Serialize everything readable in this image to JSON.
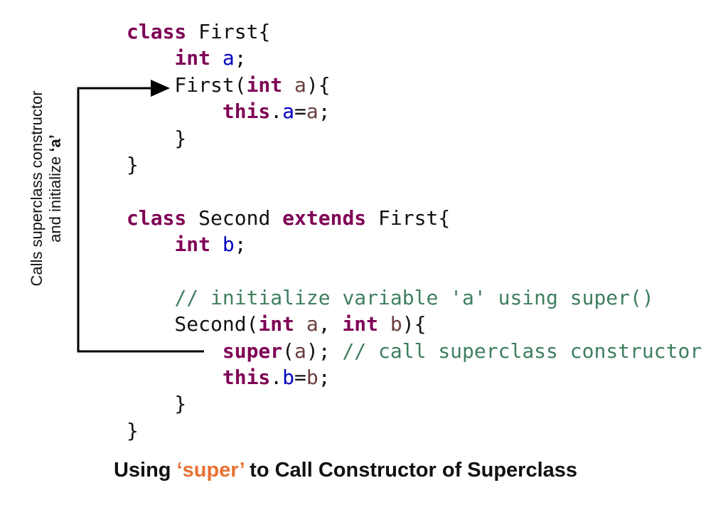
{
  "code_lines": [
    [
      {
        "t": "class",
        "c": "kw"
      },
      {
        "t": " First{",
        "c": "pl"
      }
    ],
    [
      {
        "t": "    ",
        "c": "pl"
      },
      {
        "t": "int",
        "c": "kw"
      },
      {
        "t": " ",
        "c": "pl"
      },
      {
        "t": "a",
        "c": "fld"
      },
      {
        "t": ";",
        "c": "pl"
      }
    ],
    [
      {
        "t": "    First(",
        "c": "pl"
      },
      {
        "t": "int",
        "c": "kw"
      },
      {
        "t": " ",
        "c": "pl"
      },
      {
        "t": "a",
        "c": "par"
      },
      {
        "t": "){",
        "c": "pl"
      }
    ],
    [
      {
        "t": "        ",
        "c": "pl"
      },
      {
        "t": "this",
        "c": "kw"
      },
      {
        "t": ".",
        "c": "pl"
      },
      {
        "t": "a",
        "c": "fld"
      },
      {
        "t": "=",
        "c": "pl"
      },
      {
        "t": "a",
        "c": "par"
      },
      {
        "t": ";",
        "c": "pl"
      }
    ],
    [
      {
        "t": "    }",
        "c": "pl"
      }
    ],
    [
      {
        "t": "}",
        "c": "pl"
      }
    ],
    [],
    [
      {
        "t": "class",
        "c": "kw"
      },
      {
        "t": " Second ",
        "c": "pl"
      },
      {
        "t": "extends",
        "c": "kw"
      },
      {
        "t": " First{",
        "c": "pl"
      }
    ],
    [
      {
        "t": "    ",
        "c": "pl"
      },
      {
        "t": "int",
        "c": "kw"
      },
      {
        "t": " ",
        "c": "pl"
      },
      {
        "t": "b",
        "c": "fld"
      },
      {
        "t": ";",
        "c": "pl"
      }
    ],
    [],
    [
      {
        "t": "    ",
        "c": "pl"
      },
      {
        "t": "// initialize variable 'a' using super()",
        "c": "cm"
      }
    ],
    [
      {
        "t": "    Second(",
        "c": "pl"
      },
      {
        "t": "int",
        "c": "kw"
      },
      {
        "t": " ",
        "c": "pl"
      },
      {
        "t": "a",
        "c": "par"
      },
      {
        "t": ", ",
        "c": "pl"
      },
      {
        "t": "int",
        "c": "kw"
      },
      {
        "t": " ",
        "c": "pl"
      },
      {
        "t": "b",
        "c": "par"
      },
      {
        "t": "){",
        "c": "pl"
      }
    ],
    [
      {
        "t": "        ",
        "c": "pl"
      },
      {
        "t": "super",
        "c": "kw"
      },
      {
        "t": "(",
        "c": "pl"
      },
      {
        "t": "a",
        "c": "par"
      },
      {
        "t": "); ",
        "c": "pl"
      },
      {
        "t": "// call superclass constructor",
        "c": "cm"
      }
    ],
    [
      {
        "t": "        ",
        "c": "pl"
      },
      {
        "t": "this",
        "c": "kw"
      },
      {
        "t": ".",
        "c": "pl"
      },
      {
        "t": "b",
        "c": "fld"
      },
      {
        "t": "=",
        "c": "pl"
      },
      {
        "t": "b",
        "c": "par"
      },
      {
        "t": ";",
        "c": "pl"
      }
    ],
    [
      {
        "t": "    }",
        "c": "pl"
      }
    ],
    [
      {
        "t": "}",
        "c": "pl"
      }
    ]
  ],
  "annotation": {
    "line1": "Calls superclass constructor",
    "line2_prefix": "and initialize ",
    "line2_bold": "‘a’"
  },
  "title": {
    "before": "Using ",
    "highlight": "‘super’",
    "after": " to Call Constructor of Superclass"
  },
  "colors": {
    "keyword": "#7f0055",
    "field": "#0000c0",
    "param": "#6a3e3e",
    "comment": "#3f7f5f",
    "highlight": "#e97132"
  }
}
